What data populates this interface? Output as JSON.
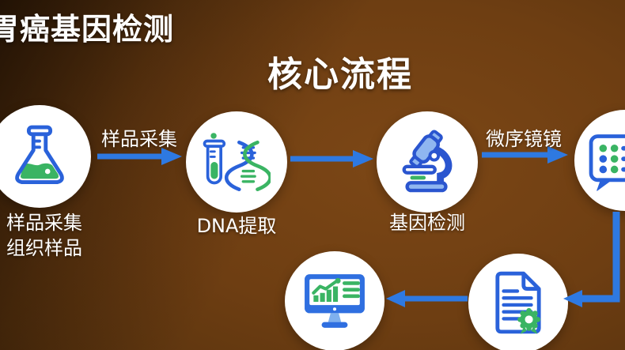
{
  "header": {
    "title": "胃癌基因检测",
    "subtitle": "核心流程"
  },
  "flow": {
    "steps": [
      {
        "name": "sample-collection",
        "icon": "flask-icon",
        "label_line1": "样品采集",
        "label_line2": "组织样品"
      },
      {
        "name": "dna-extraction",
        "icon": "testtube-dna-icon",
        "label": "DNA提取"
      },
      {
        "name": "gene-testing",
        "icon": "microscope-icon",
        "label": "基因检测"
      },
      {
        "name": "report-list",
        "icon": "report-list-icon",
        "label": ""
      },
      {
        "name": "certified-report",
        "icon": "certificate-document-icon",
        "label": ""
      },
      {
        "name": "data-analysis",
        "icon": "monitor-chart-icon",
        "label": ""
      }
    ],
    "arrow_labels": {
      "collect": "样品采集",
      "sequence": "微序镜镜"
    }
  },
  "colors": {
    "background_dark_corner": "#1b0e03",
    "background_center": "#6e3e12",
    "arrow_blue": "#2e79e1",
    "icon_blue": "#2a62da",
    "icon_light_blue": "#8fb6f0",
    "icon_green": "#3ab463",
    "node_background": "#ffffff",
    "text": "#ffffff"
  }
}
